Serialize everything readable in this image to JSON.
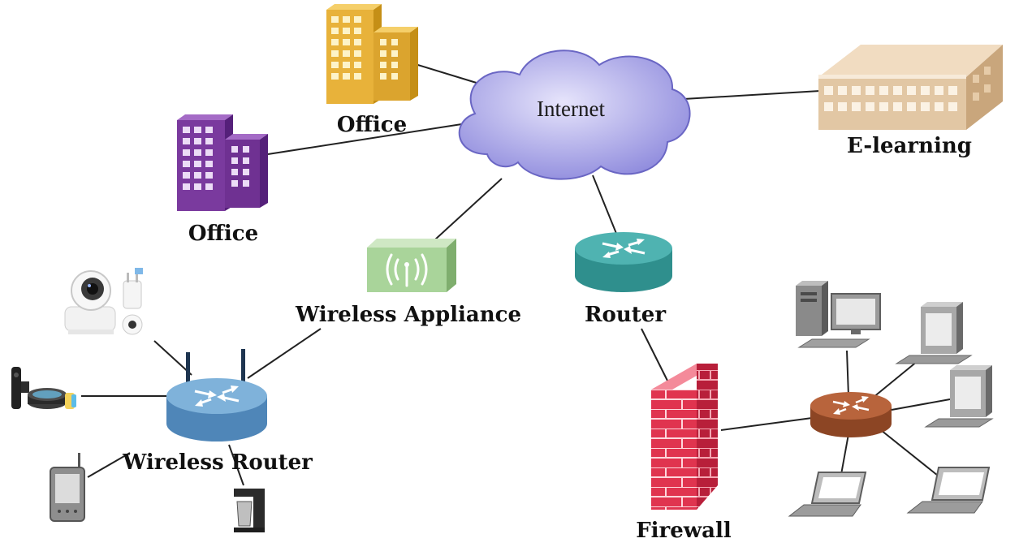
{
  "labels": {
    "internet": "Internet",
    "office_top": "Office",
    "office_left": "Office",
    "elearning": "E-learning",
    "wireless_appliance": "Wireless Appliance",
    "router": "Router",
    "wireless_router": "Wireless Router",
    "firewall": "Firewall"
  },
  "colors": {
    "office_top": "#e8b23a",
    "office_left": "#7a3a9e",
    "cloud": "#b9b6ee",
    "elearning": "#e2c7a4",
    "wireless_appliance": "#a9d49a",
    "router": "#4fb3b1",
    "wireless_router": "#7fb2da",
    "firewall": "#e0344f",
    "lan_router": "#b8643c"
  }
}
